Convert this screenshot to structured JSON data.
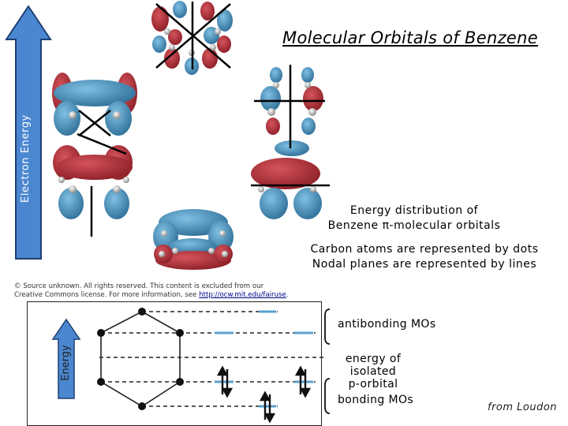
{
  "title": "Molecular Orbitals of Benzene",
  "energy_axis_label": "Electron Energy",
  "description": {
    "line1": "Energy distribution of",
    "line2": "Benzene π-molecular orbitals",
    "line3": "Carbon atoms are represented by dots",
    "line4": "Nodal planes are represented by lines"
  },
  "copyright": {
    "line1": "© Source unknown. All rights reserved. This content is excluded from our",
    "line2": "Creative Commons license. For more information, see ",
    "link": "http://ocw.mit.edu/fairuse",
    "end": "."
  },
  "diagram": {
    "energy_label": "Energy",
    "antibonding_label": "antibonding MOs",
    "isolated_label_1": "energy of isolated",
    "isolated_label_2": "p-orbital",
    "bonding_label": "bonding MOs"
  },
  "source": "from Loudon",
  "colors": {
    "lobe_red": "#b5343c",
    "lobe_blue": "#4b96c2",
    "arrow_blue": "#4a87d0",
    "level_blue": "#5aa0d0"
  }
}
